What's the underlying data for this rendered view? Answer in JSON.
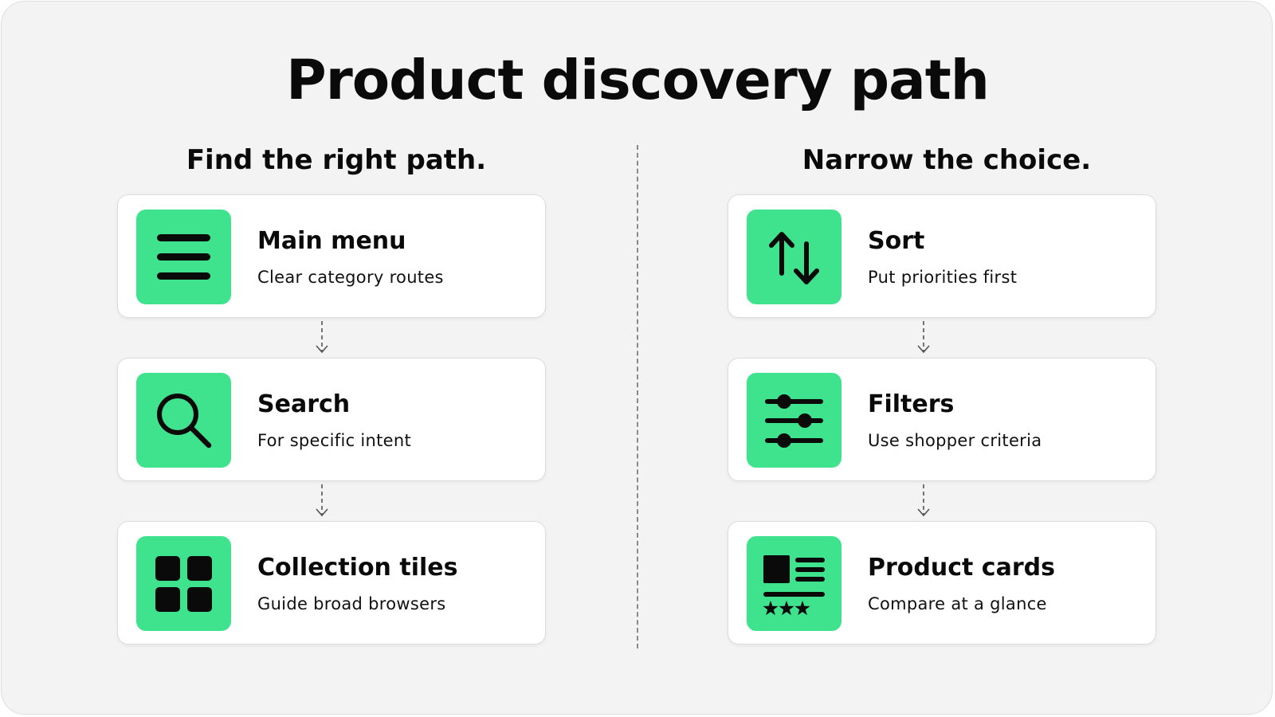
{
  "title": "Product discovery path",
  "colors": {
    "accent": "#3fe38e",
    "background": "#f3f3f3",
    "card": "#ffffff",
    "text": "#0a0a0a"
  },
  "left_column": {
    "heading": "Find the right path.",
    "steps": [
      {
        "title": "Main menu",
        "description": "Clear category routes",
        "icon": "menu-icon"
      },
      {
        "title": "Search",
        "description": "For specific intent",
        "icon": "search-icon"
      },
      {
        "title": "Collection tiles",
        "description": "Guide broad browsers",
        "icon": "grid-icon"
      }
    ]
  },
  "right_column": {
    "heading": "Narrow the choice.",
    "steps": [
      {
        "title": "Sort",
        "description": "Put priorities first",
        "icon": "sort-arrows-icon"
      },
      {
        "title": "Filters",
        "description": "Use shopper criteria",
        "icon": "sliders-icon"
      },
      {
        "title": "Product cards",
        "description": "Compare at a glance",
        "icon": "product-card-icon"
      }
    ]
  }
}
